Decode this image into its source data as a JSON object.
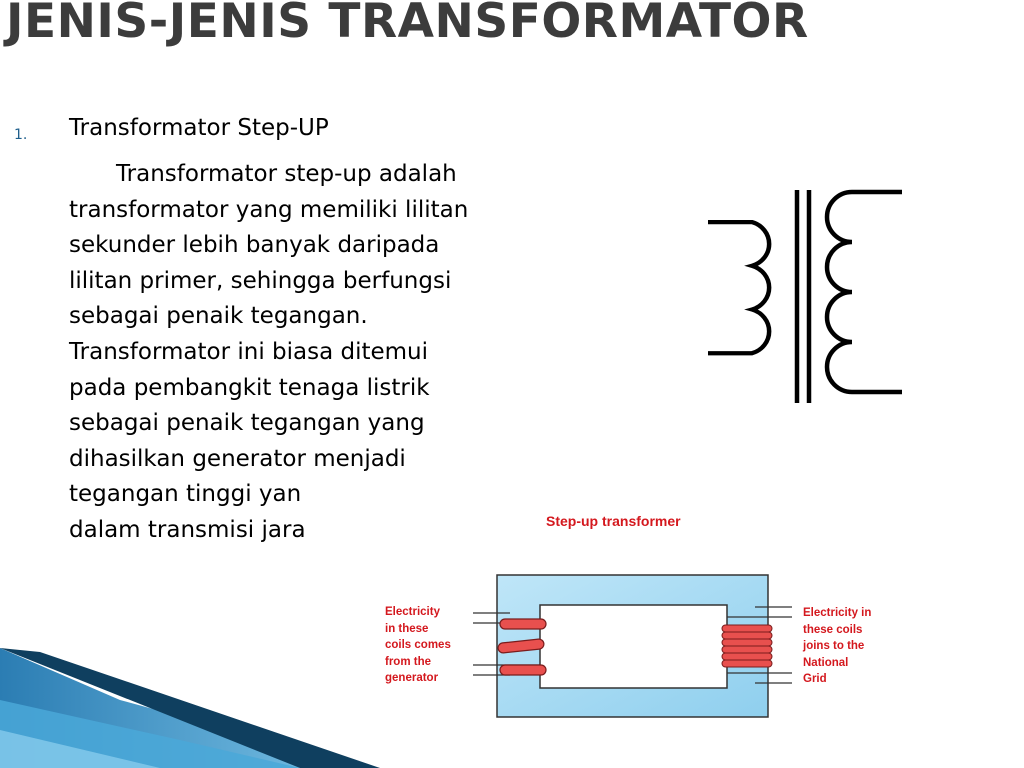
{
  "slide": {
    "title": "JENIS-JENIS TRANSFORMATOR",
    "list_number": "1.",
    "item_heading": "Transformator Step-UP",
    "body_lines": [
      "Transformator step-up adalah",
      "transformator yang memiliki lilitan",
      "sekunder lebih banyak daripada",
      "lilitan primer, sehingga berfungsi",
      "sebagai penaik tegangan.",
      "Transformator ini biasa ditemui",
      "pada pembangkit tenaga listrik",
      "sebagai penaik tegangan yang",
      "dihasilkan generator menjadi",
      "tegangan tinggi yan",
      "dalam transmisi jara"
    ]
  },
  "diagram": {
    "title": "Step-up transformer",
    "left_label": "Electricity\nin these\ncoils comes\nfrom the\ngenerator",
    "right_label": "Electricity in\nthese coils\njoins to the\nNational\nGrid",
    "core_color": "#a9dcf2",
    "coil_color": "#e8504e",
    "label_color": "#d4181e"
  },
  "theme": {
    "title_color": "#3c3c3c",
    "swoosh_dark": "#0f3f5f",
    "swoosh_light": "#4aa8d8"
  }
}
